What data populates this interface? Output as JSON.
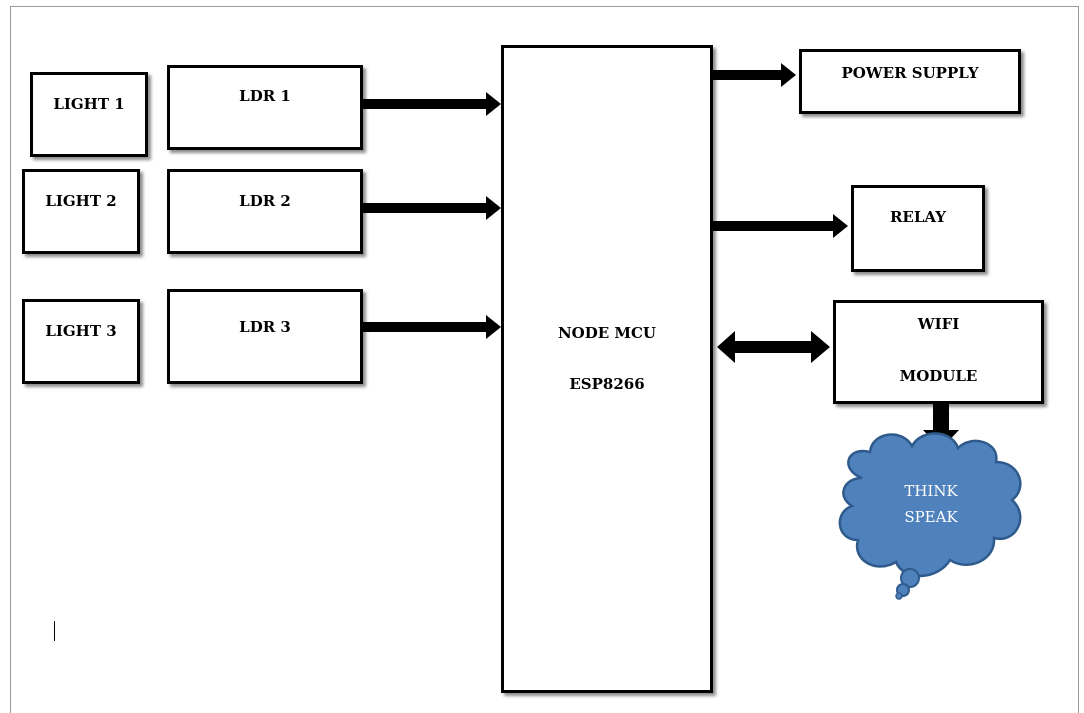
{
  "inputs": {
    "light1": "LIGHT 1",
    "light2": "LIGHT 2",
    "light3": "LIGHT 3",
    "ldr1": "LDR 1",
    "ldr2": "LDR 2",
    "ldr3": "LDR 3"
  },
  "controller": {
    "line1": "NODE MCU",
    "line2": "ESP8266"
  },
  "outputs": {
    "power_supply": "POWER SUPPLY",
    "relay": "RELAY",
    "wifi_line1": "WIFI",
    "wifi_line2": "MODULE"
  },
  "cloud": {
    "line1": "THINK",
    "line2": "SPEAK",
    "fill": "#4f81bd",
    "stroke": "#2f5a8c",
    "text_color": "#ffffff"
  }
}
